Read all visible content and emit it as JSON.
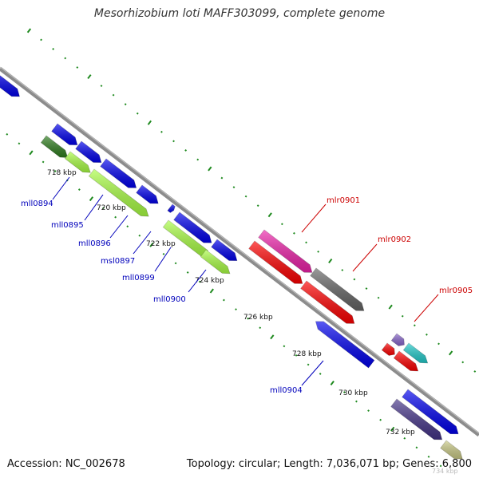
{
  "title": "Mesorhizobium loti MAFF303099, complete genome",
  "footer": {
    "accession": "Accession: NC_002678",
    "summary": "Topology: circular; Length: 7,036,071 bp; Genes: 6,800"
  },
  "colors": {
    "backbone": "#8c8c8c",
    "tick": "#1f8a1f",
    "forward_label": "#cc0000",
    "reverse_label": "#0000bb",
    "ruler_label": "#111111"
  },
  "ruler_labels": [
    "718 kbp",
    "720 kbp",
    "722 kbp",
    "724 kbp",
    "726 kbp",
    "728 kbp",
    "730 kbp",
    "732 kbp",
    "734 kbp"
  ],
  "gene_labels": {
    "forward": [
      "mlr0901",
      "mlr0902",
      "mlr0905"
    ],
    "reverse": [
      "mll0894",
      "mll0895",
      "mll0896",
      "msl0897",
      "mll0899",
      "mll0900",
      "mll0904"
    ]
  }
}
